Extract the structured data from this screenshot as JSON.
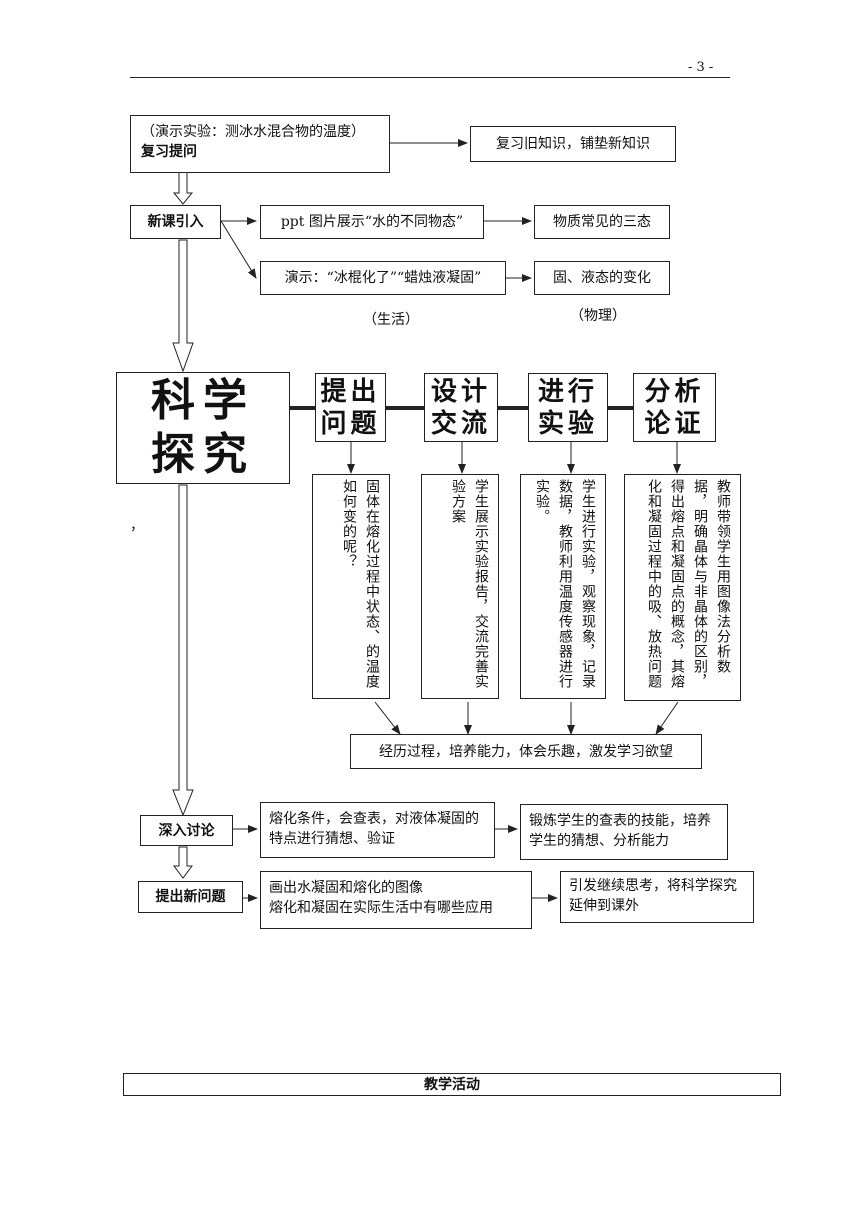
{
  "page_number": "- 3 -",
  "review": {
    "line1": "（演示实验：测冰水混合物的温度）",
    "line2": "复习提问",
    "result": "复习旧知识，铺垫新知识"
  },
  "intro": {
    "label": "新课引入",
    "ppt": "ppt 图片展示“水的不同物态”",
    "ppt_result": "物质常见的三态",
    "demo": "演示：“冰棍化了”“蜡烛液凝固”",
    "demo_result": "固、液态的变化",
    "note_life": "（生活）",
    "note_physics": "（物理）"
  },
  "inquiry": {
    "title_line1": "科学",
    "title_line2": "探究",
    "steps": [
      {
        "line1": "提出",
        "line2": "问题",
        "detail": "固体在熔化过程中状态、的温度如何变的呢？"
      },
      {
        "line1": "设计",
        "line2": "交流",
        "detail": "学生展示实验报告，交流完善实验方案"
      },
      {
        "line1": "进行",
        "line2": "实验",
        "detail": "学生进行实验，观察现象，记录数据，教师利用温度传感器进行实验。"
      },
      {
        "line1": "分析",
        "line2": "论证",
        "detail": "教师带领学生用图像法分析数据，明确晶体与非晶体的区别，得出熔点和凝固点的概念，其熔化和凝固过程中的吸、放热问题"
      }
    ],
    "summary": "经历过程，培养能力，体会乐趣，激发学习欲望",
    "stray_mark": "，"
  },
  "discussion": {
    "label": "深入讨论",
    "content": "熔化条件，会查表，对液体凝固的特点进行猜想、验证",
    "result": "锻炼学生的查表的技能，培养学生的猜想、分析能力"
  },
  "new_question": {
    "label": "提出新问题",
    "line1": "画出水凝固和熔化的图像",
    "line2": "熔化和凝固在实际生活中有哪些应用",
    "result": "引发继续思考，将科学探究延伸到课外"
  },
  "footer_table": {
    "header": "教学活动"
  }
}
